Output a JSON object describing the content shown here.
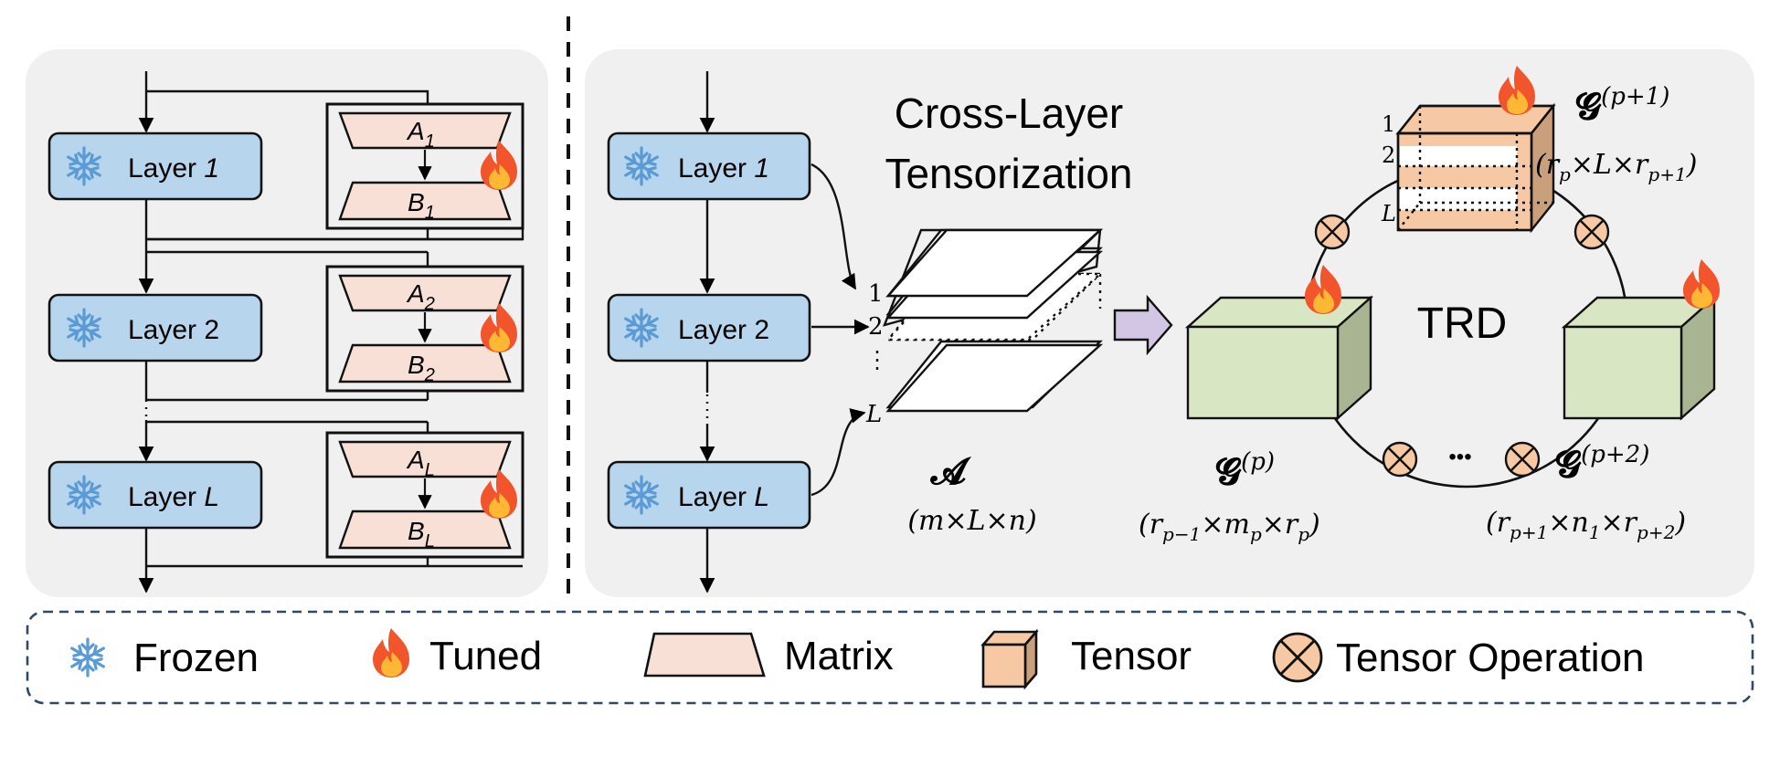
{
  "left_panel": {
    "layers": [
      {
        "prefix": "Layer ",
        "index": "1",
        "a_base": "A",
        "a_sub": "1",
        "b_base": "B",
        "b_sub": "1"
      },
      {
        "prefix": "Layer ",
        "index": "2",
        "a_base": "A",
        "a_sub": "2",
        "b_base": "B",
        "b_sub": "2"
      },
      {
        "prefix": "Layer ",
        "index": "L",
        "a_base": "A",
        "a_sub": "L",
        "b_base": "B",
        "b_sub": "L"
      }
    ]
  },
  "right_panel": {
    "layers": [
      {
        "prefix": "Layer ",
        "index": "1"
      },
      {
        "prefix": "Layer ",
        "index": "2"
      },
      {
        "prefix": "Layer ",
        "index": "L"
      }
    ],
    "tensorization_title_line1": "Cross-Layer",
    "tensorization_title_line2": "Tensorization",
    "slice_labels": [
      "1",
      "2",
      "L"
    ],
    "tensor_a_symbol": "𝓐",
    "tensor_a_shape": "(m×L×n)",
    "trd_label": "TRD",
    "top_core": {
      "symbol": "𝓖",
      "sup": "(p+1)",
      "shape_open": "(r",
      "shape_sub1": "p",
      "shape_mid": "×L×r",
      "shape_sub2": "p+1",
      "shape_close": ")",
      "slice_labels": [
        "1",
        "2",
        "L"
      ]
    },
    "left_core": {
      "symbol": "𝓖",
      "sup": "(p)",
      "shape_open": "(r",
      "shape_sub1": "p−1",
      "shape_mid1": "×m",
      "shape_sub2": "p",
      "shape_mid2": "×r",
      "shape_sub3": "p",
      "shape_close": ")"
    },
    "right_core": {
      "symbol": "𝓖",
      "sup": "(p+2)",
      "shape_open": "(r",
      "shape_sub1": "p+1",
      "shape_mid1": "×n",
      "shape_sub2": "1",
      "shape_mid2": "×r",
      "shape_sub3": "p+2",
      "shape_close": ")"
    },
    "ring_dots": "•••"
  },
  "legend": {
    "frozen": "Frozen",
    "tuned": "Tuned",
    "matrix": "Matrix",
    "tensor": "Tensor",
    "tensor_operation": "Tensor Operation"
  },
  "colors": {
    "panel_bg": "#f0f0f0",
    "layer_fill": "#b8d5ee",
    "matrix_fill": "#f8e0d6",
    "tensor_fill": "#f6c9a4",
    "core_fill": "#d9e6c3",
    "op_fill": "#f6c9a4",
    "snowflake": "#5b9bd5",
    "flame_outer": "#f2552c",
    "flame_inner": "#ffb833",
    "legend_border": "#2e4a6b"
  },
  "icons": [
    "snowflake-icon",
    "flame-icon",
    "cross-circle-icon",
    "cube-icon",
    "trapezoid-icon",
    "arrow-icon"
  ]
}
